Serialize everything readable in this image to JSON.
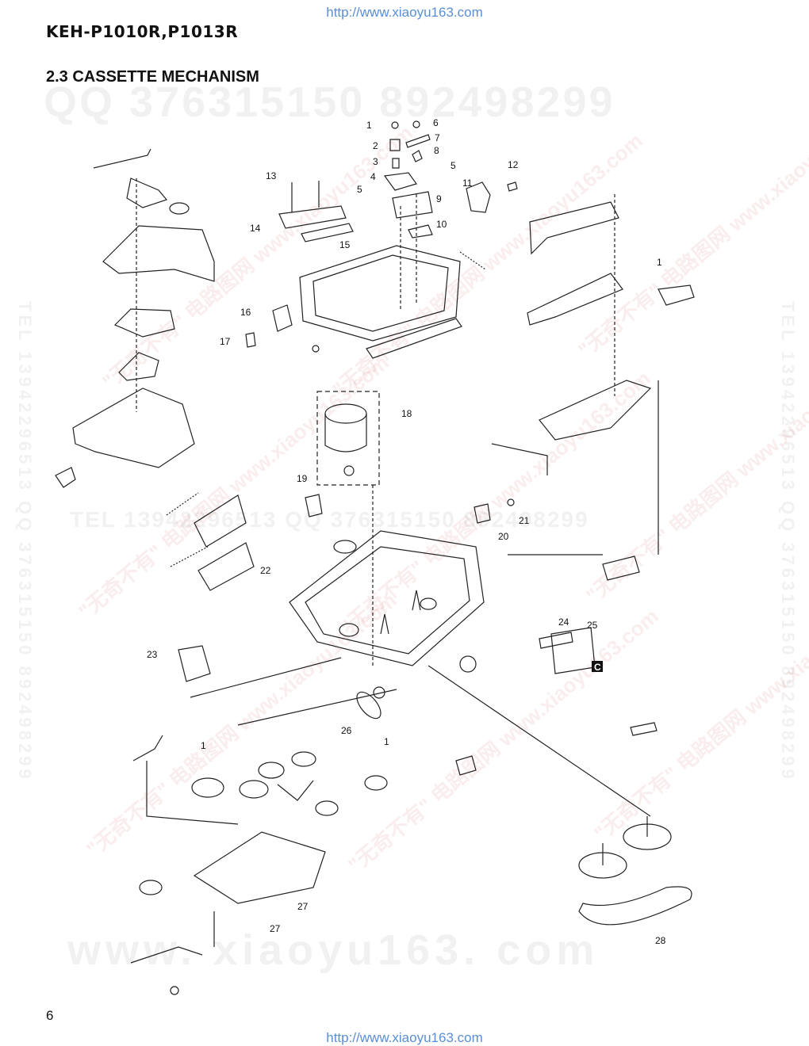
{
  "header": {
    "url_top": "http://www.xiaoyu163.com",
    "model": "KEH-P1010R,P1013R",
    "section_title": "2.3 CASSETTE MECHANISM"
  },
  "footer": {
    "page_number": "6",
    "url_bottom": "http://www.xiaoyu163.com"
  },
  "watermarks": {
    "qq": "QQ 376315150   892498299",
    "tel": "TEL 13942296513   QQ 376315150   892498299",
    "site_big": "www. xiaoyu163. com",
    "vertical_left": "TEL 13942296513 QQ 376315150 892498299",
    "vertical_right": "TEL 13942296513 QQ 376315150 892498299",
    "diagonal": "\"无奇不有\" 电路图网 www.xiaoyu163.com"
  },
  "part_labels": {
    "p1": "1",
    "p2": "2",
    "p3": "3",
    "p4": "4",
    "p5": "5",
    "p6": "6",
    "p7": "7",
    "p8": "8",
    "p9": "9",
    "p10": "10",
    "p11": "11",
    "p12": "12",
    "p13": "13",
    "p14": "14",
    "p15": "15",
    "p16": "16",
    "p17": "17",
    "p18": "18",
    "p19": "19",
    "p20": "20",
    "p21": "21",
    "p22": "22",
    "p23": "23",
    "p24": "24",
    "p25": "25",
    "p26": "26",
    "p27": "27",
    "p28": "28",
    "ref_c": "C"
  }
}
